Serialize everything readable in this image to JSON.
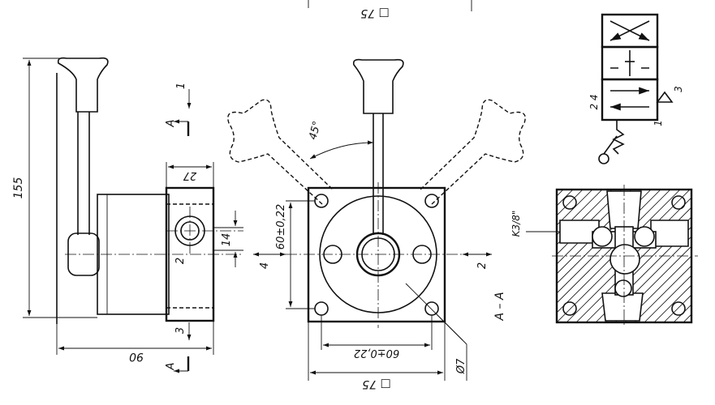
{
  "dimensions": {
    "height_155": "155",
    "width_90": "90",
    "width_27": "27",
    "size_14": "14",
    "spacing_v": "60±0,22",
    "spacing_h": "60±0,22",
    "angle": "45°",
    "square_top": "□ 75",
    "square_bottom": "□ 75",
    "hole_dia": "Ø7",
    "thread": "K3/8\""
  },
  "labels": {
    "section_a_upper": "A",
    "section_a_lower": "A",
    "port_1_side": "1",
    "port_2_side": "2",
    "port_3_side": "3",
    "port_4_front": "4",
    "port_2_front": "2",
    "section_title": "A – A",
    "schema_ports_left": "2 4",
    "schema_port_1": "1",
    "schema_port_3": "3"
  },
  "colors": {
    "line": "#111111",
    "background": "#ffffff"
  }
}
